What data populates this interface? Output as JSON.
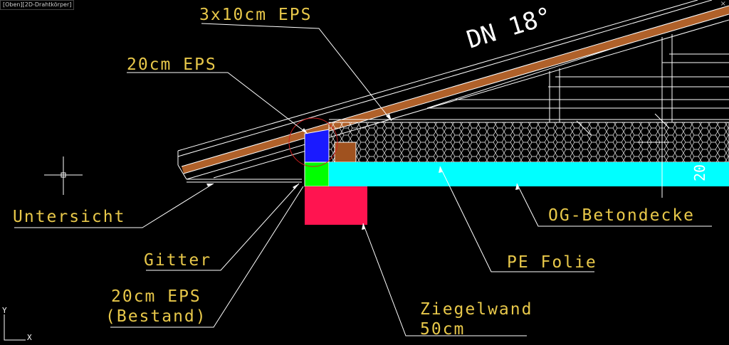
{
  "viewport": {
    "label": "[Oben][2D-Drahtkörper]",
    "close": "×"
  },
  "roof_pitch": "DN 18°",
  "labels": {
    "eps_3x10": "3x10cm EPS",
    "eps_20": "20cm EPS",
    "untersicht": "Untersicht",
    "gitter": "Gitter",
    "eps_bestand_1": "20cm EPS",
    "eps_bestand_2": "(Bestand)",
    "og_betondecke": "OG-Betondecke",
    "pe_folie": "PE Folie",
    "ziegelwand_1": "Ziegelwand",
    "ziegelwand_2": "50cm"
  },
  "partial_dim": "20",
  "ucs": {
    "y": "Y",
    "x": "X"
  },
  "colors": {
    "label": "#e8c84a",
    "roof_wood": "#b0612a",
    "insulation_blue": "#1a1aff",
    "concrete_cyan": "#00ffff",
    "eps_green": "#00ff00",
    "brick_red": "#ff1450",
    "wood_block": "#a0521f",
    "wire": "#ffffff"
  }
}
